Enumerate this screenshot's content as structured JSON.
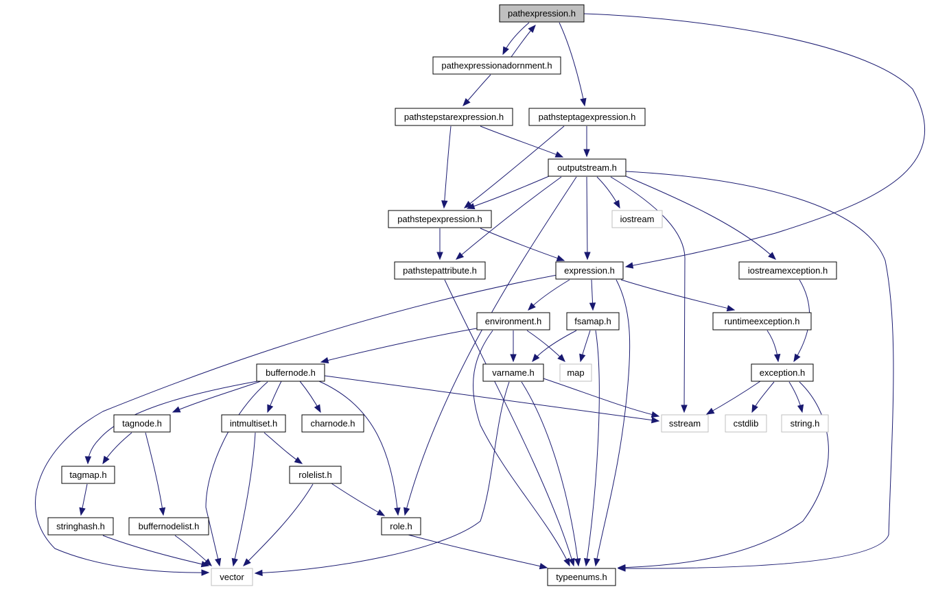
{
  "diagram": {
    "nodes": {
      "pathexpression": {
        "label": "pathexpression.h"
      },
      "pathexpressionadornment": {
        "label": "pathexpressionadornment.h"
      },
      "pathstepstarexpression": {
        "label": "pathstepstarexpression.h"
      },
      "pathsteptagexpression": {
        "label": "pathsteptagexpression.h"
      },
      "outputstream": {
        "label": "outputstream.h"
      },
      "pathstepexpression": {
        "label": "pathstepexpression.h"
      },
      "iostream": {
        "label": "iostream"
      },
      "pathstepattribute": {
        "label": "pathstepattribute.h"
      },
      "expression": {
        "label": "expression.h"
      },
      "iostreamexception": {
        "label": "iostreamexception.h"
      },
      "environment": {
        "label": "environment.h"
      },
      "fsamap": {
        "label": "fsamap.h"
      },
      "runtimeexception": {
        "label": "runtimeexception.h"
      },
      "buffernode": {
        "label": "buffernode.h"
      },
      "varname": {
        "label": "varname.h"
      },
      "map": {
        "label": "map"
      },
      "exception": {
        "label": "exception.h"
      },
      "tagnode": {
        "label": "tagnode.h"
      },
      "intmultiset": {
        "label": "intmultiset.h"
      },
      "charnode": {
        "label": "charnode.h"
      },
      "sstream": {
        "label": "sstream"
      },
      "cstdlib": {
        "label": "cstdlib"
      },
      "string": {
        "label": "string.h"
      },
      "tagmap": {
        "label": "tagmap.h"
      },
      "rolelist": {
        "label": "rolelist.h"
      },
      "stringhash": {
        "label": "stringhash.h"
      },
      "buffernodelist": {
        "label": "buffernodelist.h"
      },
      "role": {
        "label": "role.h"
      },
      "vector": {
        "label": "vector"
      },
      "typeenums": {
        "label": "typeenums.h"
      }
    },
    "edges": [
      [
        "pathexpression",
        "pathexpressionadornment"
      ],
      [
        "pathexpressionadornment",
        "pathexpression"
      ],
      [
        "pathexpression",
        "pathsteptagexpression"
      ],
      [
        "pathexpression",
        "expression"
      ],
      [
        "pathexpressionadornment",
        "pathstepstarexpression"
      ],
      [
        "pathstepstarexpression",
        "outputstream"
      ],
      [
        "pathstepstarexpression",
        "pathstepexpression"
      ],
      [
        "pathsteptagexpression",
        "outputstream"
      ],
      [
        "pathsteptagexpression",
        "pathstepexpression"
      ],
      [
        "outputstream",
        "pathstepexpression"
      ],
      [
        "outputstream",
        "pathstepattribute"
      ],
      [
        "outputstream",
        "expression"
      ],
      [
        "outputstream",
        "iostream"
      ],
      [
        "outputstream",
        "sstream"
      ],
      [
        "outputstream",
        "iostreamexception"
      ],
      [
        "outputstream",
        "role"
      ],
      [
        "outputstream",
        "typeenums"
      ],
      [
        "pathstepexpression",
        "pathstepattribute"
      ],
      [
        "pathstepexpression",
        "expression"
      ],
      [
        "pathstepattribute",
        "typeenums"
      ],
      [
        "expression",
        "environment"
      ],
      [
        "expression",
        "fsamap"
      ],
      [
        "expression",
        "runtimeexception"
      ],
      [
        "expression",
        "vector"
      ],
      [
        "expression",
        "typeenums"
      ],
      [
        "iostreamexception",
        "exception"
      ],
      [
        "runtimeexception",
        "exception"
      ],
      [
        "environment",
        "buffernode"
      ],
      [
        "environment",
        "varname"
      ],
      [
        "environment",
        "map"
      ],
      [
        "environment",
        "typeenums"
      ],
      [
        "fsamap",
        "varname"
      ],
      [
        "fsamap",
        "map"
      ],
      [
        "fsamap",
        "typeenums"
      ],
      [
        "buffernode",
        "tagnode"
      ],
      [
        "buffernode",
        "intmultiset"
      ],
      [
        "buffernode",
        "charnode"
      ],
      [
        "buffernode",
        "sstream"
      ],
      [
        "buffernode",
        "tagmap"
      ],
      [
        "buffernode",
        "vector"
      ],
      [
        "buffernode",
        "role"
      ],
      [
        "varname",
        "sstream"
      ],
      [
        "varname",
        "vector"
      ],
      [
        "varname",
        "typeenums"
      ],
      [
        "exception",
        "sstream"
      ],
      [
        "exception",
        "cstdlib"
      ],
      [
        "exception",
        "string"
      ],
      [
        "exception",
        "typeenums"
      ],
      [
        "tagnode",
        "tagmap"
      ],
      [
        "tagnode",
        "buffernodelist"
      ],
      [
        "intmultiset",
        "rolelist"
      ],
      [
        "intmultiset",
        "vector"
      ],
      [
        "tagmap",
        "stringhash"
      ],
      [
        "rolelist",
        "role"
      ],
      [
        "rolelist",
        "vector"
      ],
      [
        "stringhash",
        "vector"
      ],
      [
        "buffernodelist",
        "vector"
      ],
      [
        "role",
        "typeenums"
      ]
    ]
  }
}
